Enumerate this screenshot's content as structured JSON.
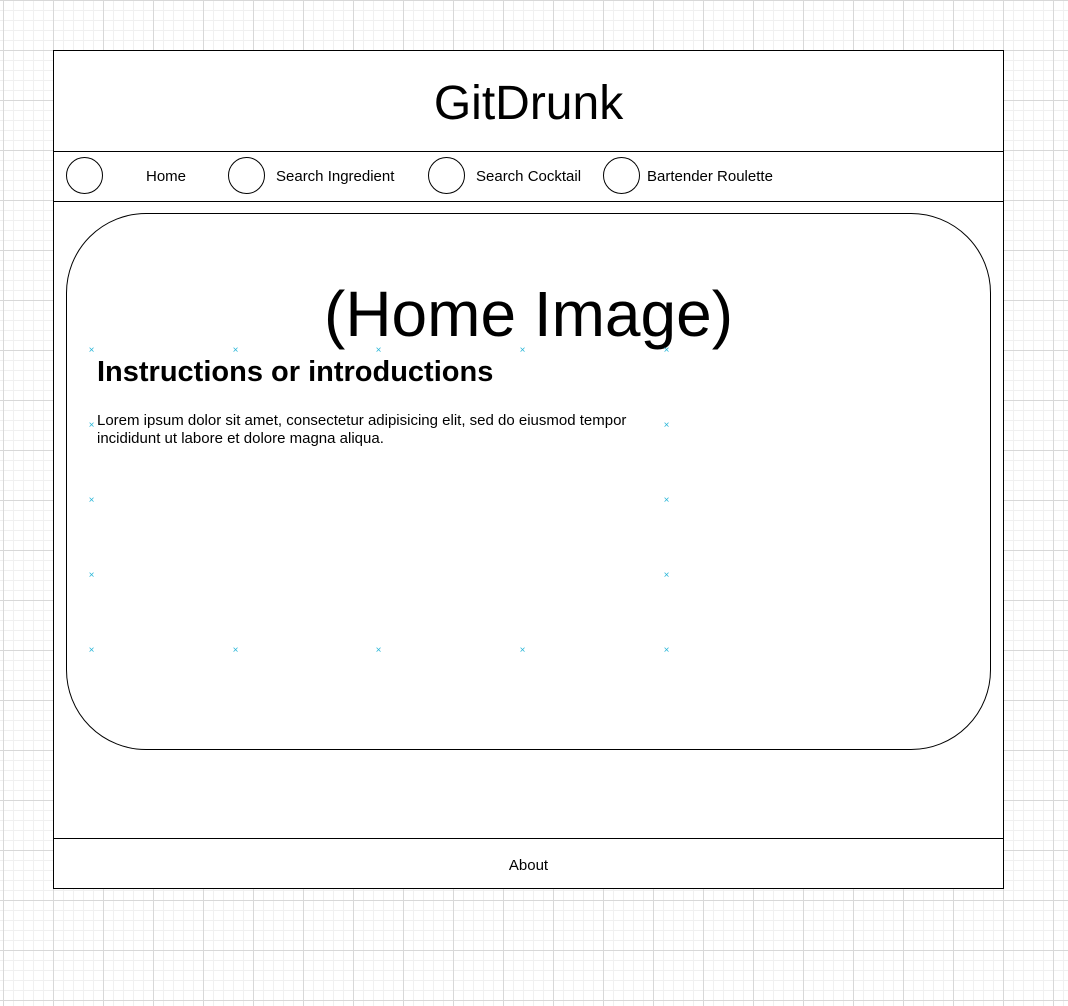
{
  "header": {
    "title": "GitDrunk"
  },
  "nav": {
    "items": [
      {
        "label": "Home"
      },
      {
        "label": "Search Ingredient"
      },
      {
        "label": "Search Cocktail"
      },
      {
        "label": "Bartender Roulette"
      }
    ]
  },
  "hero": {
    "title": "(Home Image)"
  },
  "intro": {
    "heading": "Instructions or introductions",
    "body": "Lorem ipsum dolor sit amet, consectetur adipisicing elit, sed do eiusmod tempor incididunt ut labore et dolore magna aliqua."
  },
  "footer": {
    "about_label": "About"
  },
  "colors": {
    "selection_handle": "#29b6d8",
    "line": "#000000"
  },
  "icons": {
    "nav_icon": "circle-icon",
    "selection_handle": "selection-handle-icon"
  }
}
